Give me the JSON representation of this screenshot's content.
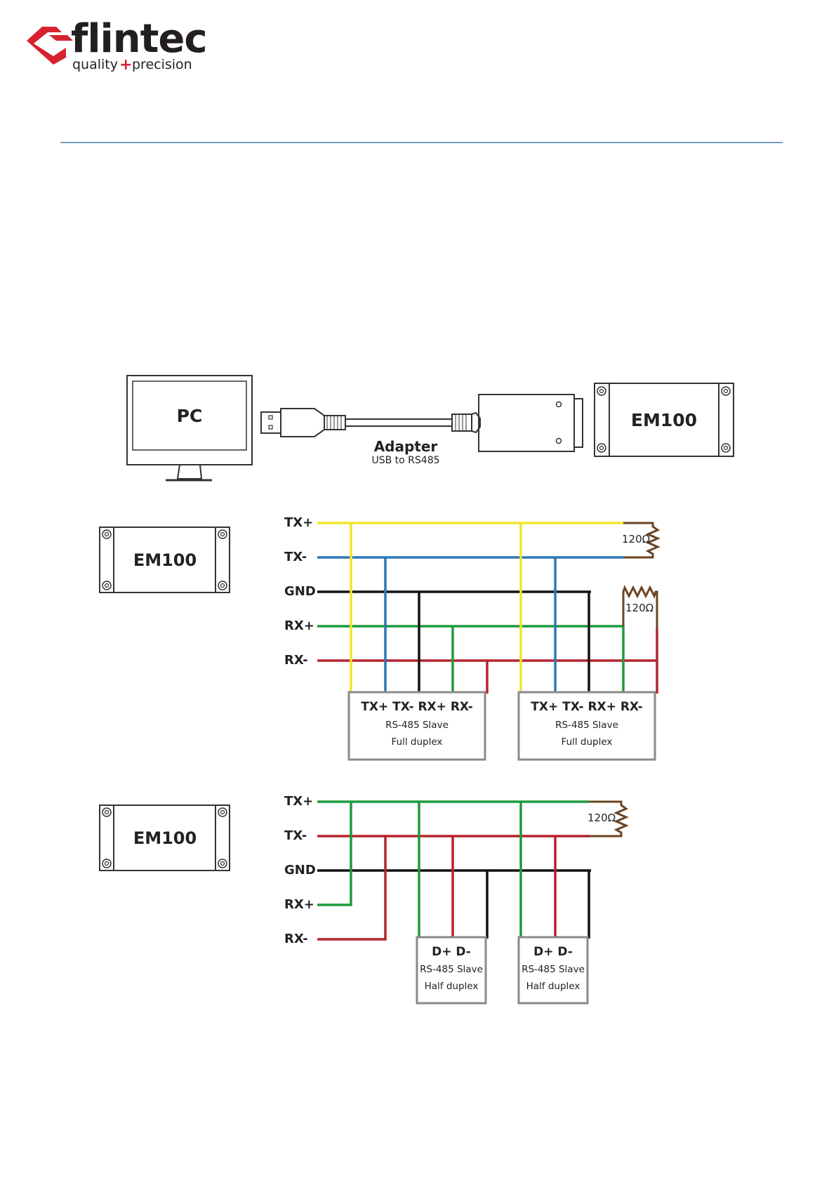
{
  "brand": {
    "name": "flintec",
    "tagline_left": "quality",
    "tagline_plus": "+",
    "tagline_right": "precision",
    "colors": {
      "red": "#d7232f",
      "dark": "#231f20",
      "rule": "#4b7ea8"
    }
  },
  "connection": {
    "pc_label": "PC",
    "adapter_title": "Adapter",
    "adapter_subtitle": "USB to RS485",
    "device_label": "EM100"
  },
  "wiring_colors": {
    "yellow": "#f2e52c",
    "blue": "#2b78b7",
    "black": "#111111",
    "green": "#1f9a3c",
    "red": "#b5232e",
    "resistor": "#6b4423",
    "box": "#8a8a8a"
  },
  "full_duplex": {
    "device_label": "EM100",
    "bus_labels": [
      "TX+",
      "TX-",
      "GND",
      "RX+",
      "RX-"
    ],
    "resistor1": "120Ω",
    "resistor2": "120Ω",
    "slave1": {
      "pins": "TX+ TX- RX+ RX-",
      "type": "RS-485 Slave",
      "mode": "Full duplex"
    },
    "slave2": {
      "pins": "TX+ TX- RX+ RX-",
      "type": "RS-485 Slave",
      "mode": "Full duplex"
    }
  },
  "half_duplex": {
    "device_label": "EM100",
    "bus_labels": [
      "TX+",
      "TX-",
      "GND",
      "RX+",
      "RX-"
    ],
    "resistor": "120Ω",
    "slave1": {
      "pins": "D+ D-",
      "type": "RS-485 Slave",
      "mode": "Half duplex"
    },
    "slave2": {
      "pins": "D+ D-",
      "type": "RS-485 Slave",
      "mode": "Half duplex"
    }
  }
}
